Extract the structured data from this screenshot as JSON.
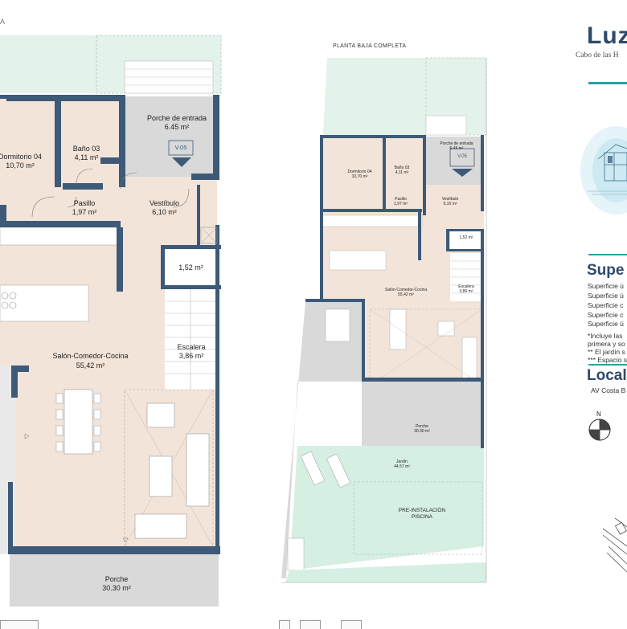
{
  "left_plan": {
    "corner_mark": "A",
    "rooms": {
      "dormitorio_name": "Dormitorio 04",
      "dormitorio_area": "10,70 m²",
      "bano_name": "Baño 03",
      "bano_area": "4,11 m²",
      "porche_entrada_name": "Porche de entrada",
      "porche_entrada_area": "6.45 m²",
      "pasillo_name": "Pasillo",
      "pasillo_area": "1,97 m²",
      "vestibulo_name": "Vestíbulo",
      "vestibulo_area": "6,10 m²",
      "armario_area": "1,52 m²",
      "salon_name": "Salón-Comedor-Cocina",
      "salon_area": "55,42 m²",
      "escalera_name": "Escalera",
      "escalera_area": "3,86 m²",
      "porche_name": "Porche",
      "porche_area": "30.30 m²"
    },
    "marker": "V.05"
  },
  "right_plan": {
    "title": "PLANTA BAJA COMPLETA",
    "rooms": {
      "dormitorio_name": "Dormitorio 04",
      "dormitorio_area": "10,70 m²",
      "bano_name": "Baño 03",
      "bano_area": "4,11 m²",
      "porche_entrada_name": "Porche de entrada",
      "porche_entrada_area": "6.45 m²",
      "pasillo_name": "Pasillo",
      "pasillo_area": "1,97 m²",
      "vestibulo_name": "Vestíbulo",
      "vestibulo_area": "6,10 m²",
      "armario_area": "1,52 m²",
      "salon_name": "Salón-Comedor-Cocina",
      "salon_area": "55,42 m²",
      "escalera_name": "Escalera",
      "escalera_area": "3,86 m²",
      "porche_name": "Porche",
      "porche_area": "30.30 m²",
      "jardin_name": "Jardín",
      "jardin_area": "44.57 m²",
      "piscina_line1": "PRE-INSTALACIÓN",
      "piscina_line2": "PISCINA"
    },
    "marker": "V.05"
  },
  "sidebar": {
    "brand": "Luz",
    "subtitle": "Cabo de las H",
    "superficies_heading": "Supe",
    "superficies_rows": [
      "Superficie ú",
      "Superficie ú",
      "Superficie c",
      "Superficie c",
      "Superficie ú"
    ],
    "notes": [
      "*Incluye las",
      "primera y so",
      "** El jardín s",
      "*** Espacio s"
    ],
    "localizacion_heading": "Local",
    "address": "AV Costa B",
    "compass_label": "N"
  },
  "colors": {
    "wall": "#3d5a78",
    "interior_fill": "#f3e4d9",
    "grey_fill": "#d9d9d9",
    "garden_fill": "#d6efe3",
    "accent_teal": "#2b9fa4"
  }
}
